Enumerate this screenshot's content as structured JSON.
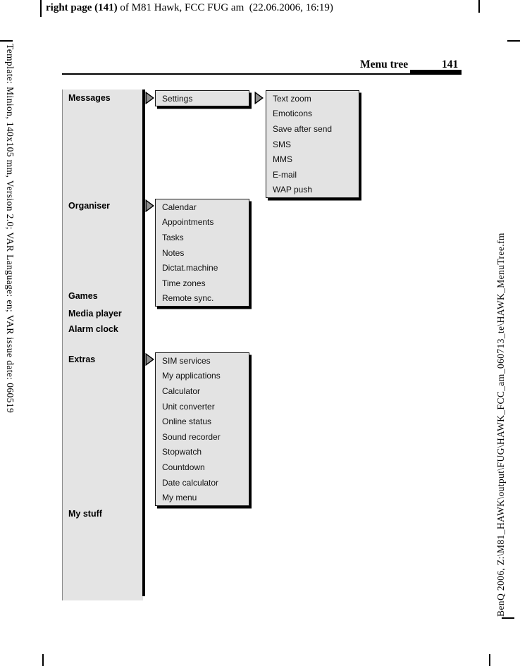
{
  "top_bar": {
    "bold_text": "right page (141)",
    "regular_text": " of M81 Hawk, FCC FUG am  (22.06.2006, 16:19)"
  },
  "margins": {
    "left_text": "Template: Minion, 140x105 mm, Version 2.0; VAR Language: en; VAR issue date: 060519",
    "right_text": "BenQ 2006, Z:\\M81_HAWK\\output\\FUG\\HAWK_FCC_am_060713_te\\HAWK_MenuTree.fm"
  },
  "page_header": {
    "title": "Menu tree",
    "page_number": "141"
  },
  "menu": {
    "main_items": [
      "Messages",
      "Organiser",
      "Games",
      "Media player",
      "Alarm clock",
      "Extras",
      "My stuff"
    ],
    "messages_submenu": [
      "Settings"
    ],
    "settings_options": [
      "Text zoom",
      "Emoticons",
      "Save after send",
      "SMS",
      "MMS",
      "E-mail",
      "WAP push"
    ],
    "organiser_submenu": [
      "Calendar",
      "Appointments",
      "Tasks",
      "Notes",
      "Dictat.machine",
      "Time zones",
      "Remote sync."
    ],
    "extras_submenu": [
      "SIM services",
      "My applications",
      "Calculator",
      "Unit converter",
      "Online status",
      "Sound recorder",
      "Stopwatch",
      "Countdown",
      "Date calculator",
      "My menu"
    ]
  },
  "icons": {
    "arrow_right": "right-pointing filled triangle"
  },
  "colors": {
    "column_fill": "#e4e4e4",
    "box_fill": "#e3e3e3",
    "arrow_fill": "#8f8f8f",
    "line": "#000000",
    "background": "#ffffff"
  }
}
